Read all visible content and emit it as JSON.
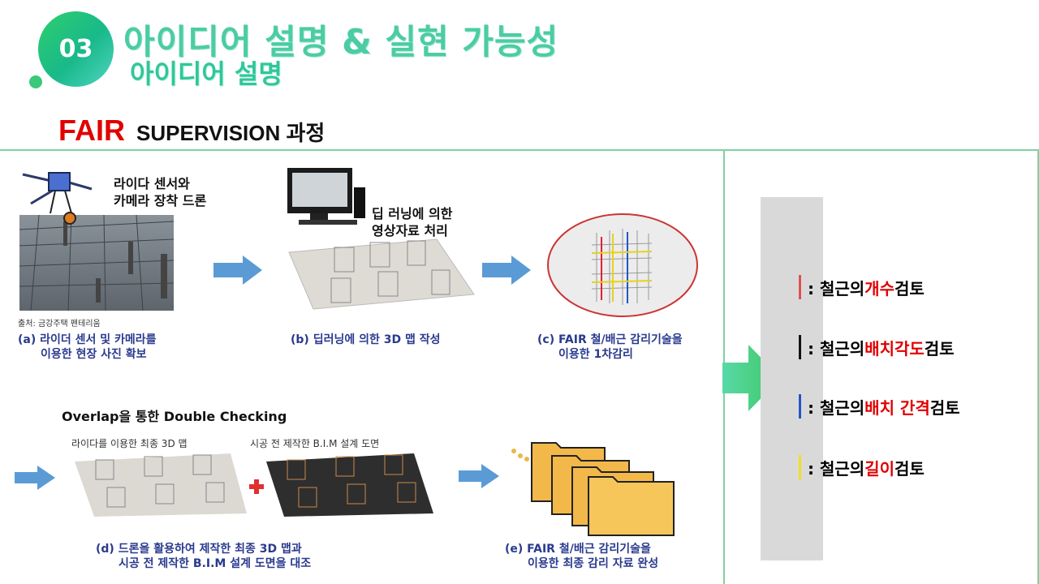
{
  "header": {
    "number": "03",
    "title": "아이디어 설명 & 실현 가능성",
    "subtitle": "아이디어 설명"
  },
  "section": {
    "highlight": "FAIR",
    "rest": "SUPERVISION 과정"
  },
  "steps": {
    "a": {
      "label_line1": "라이다 센서와",
      "label_line2": "카메라 장착 드론",
      "source": "출처: 금강주택 펜테리움",
      "caption_line1": "(a) 라이더 센서 및 카메라를",
      "caption_line2": "이용한 현장 사진 확보"
    },
    "b": {
      "label_line1": "딥 러닝에 의한",
      "label_line2": "영상자료 처리",
      "caption": "(b) 딥러닝에 의한 3D 맵 작성"
    },
    "c": {
      "caption_line1": "(c) FAIR 철/배근 감리기술을",
      "caption_line2": "이용한 1차감리"
    },
    "overlap": {
      "title": "Overlap을 통한 Double Checking",
      "left_label": "라이다를 이용한 최종 3D 맵",
      "right_label": "시공 전 제작한 B.I.M 설계 도면"
    },
    "d": {
      "caption_line1": "(d) 드론을 활용하여 제작한 최종 3D 맵과",
      "caption_line2": "시공 전 제작한 B.I.M 설계 도면을 대조"
    },
    "e": {
      "caption_line1": "(e) FAIR 철/배근 감리기술을",
      "caption_line2": "이용한 최종 감리 자료 완성"
    }
  },
  "checks": [
    {
      "prefix": ":  철근의 ",
      "highlight": "개수",
      "suffix": " 검토",
      "color": "#e05050"
    },
    {
      "prefix": ":  철근의 ",
      "highlight": "배치각도",
      "suffix": " 검토",
      "color": "#111111"
    },
    {
      "prefix": ":  철근의 ",
      "highlight": "배치 간격",
      "suffix": " 검토",
      "color": "#2255cc"
    },
    {
      "prefix": ":  철근의 ",
      "highlight": "길이",
      "suffix": " 검토",
      "color": "#f0e020"
    }
  ],
  "colors": {
    "accent": "#3bc87a",
    "arrow": "#5b9bd5",
    "caption": "#2a3a8e",
    "highlight": "#e00000"
  }
}
